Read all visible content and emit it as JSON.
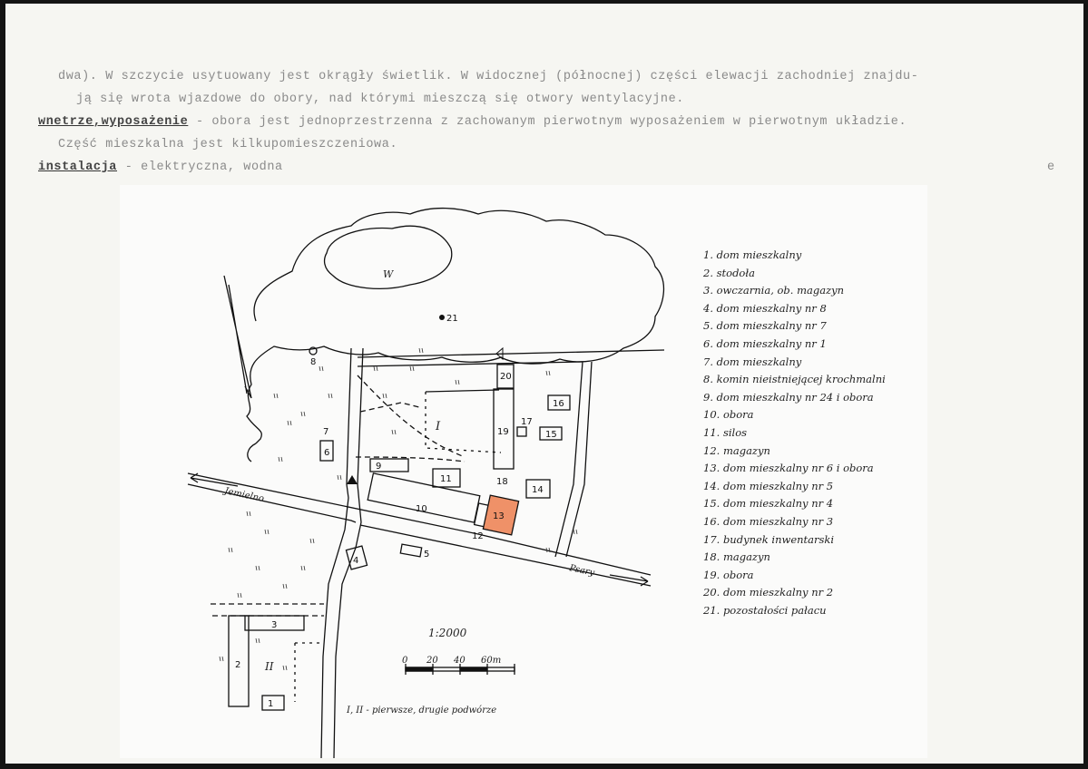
{
  "text": {
    "line1": "dwa). W szczycie usytuowany jest okrągły świetlik. W widocznej (północnej) części elewacji zachodniej znajdu-",
    "line2": "ją się wrota wjazdowe do obory, nad którymi mieszczą się otwory wentylacyjne.",
    "heading_interior": "wnetrze,wyposażenie",
    "line3_rest": " - obora jest jednoprzestrzenna z zachowanym pierwotnym wyposażeniem w pierwotnym układzie.",
    "line4": "Część mieszkalna jest kilkupomieszczeniowa.",
    "heading_install": "instalacja",
    "line5_rest": " - elektryczna, wodna",
    "corner_mark": "e"
  },
  "map": {
    "scale": "1:2000",
    "scale_ticks": [
      "0",
      "20",
      "40",
      "60m"
    ],
    "footnote": "I, II - pierwsze, drugie podwórze",
    "road_west": "Jemielno",
    "road_east": "Psary",
    "pond": "W",
    "yard_1": "I",
    "yard_2": "II",
    "highlight_color": "#ef9168",
    "legend": [
      "1. dom mieszkalny",
      "2. stodoła",
      "3. owczarnia, ob. magazyn",
      "4. dom mieszkalny nr 8",
      "5. dom mieszkalny nr 7",
      "6. dom mieszkalny nr 1",
      "7. dom mieszkalny",
      "8. komin nieistniejącej krochmalni",
      "9. dom mieszkalny nr 24 i obora",
      "10. obora",
      "11. silos",
      "12. magazyn",
      "13. dom mieszkalny nr 6 i obora",
      "14. dom mieszkalny nr 5",
      "15. dom mieszkalny nr 4",
      "16. dom mieszkalny nr 3",
      "17. budynek inwentarski",
      "18. magazyn",
      "19. obora",
      "20. dom mieszkalny nr 2",
      "21. pozostałości pałacu"
    ],
    "labels": [
      "1",
      "2",
      "3",
      "4",
      "5",
      "6",
      "7",
      "8",
      "9",
      "10",
      "11",
      "12",
      "13",
      "14",
      "15",
      "16",
      "17",
      "18",
      "19",
      "20",
      "21"
    ]
  }
}
